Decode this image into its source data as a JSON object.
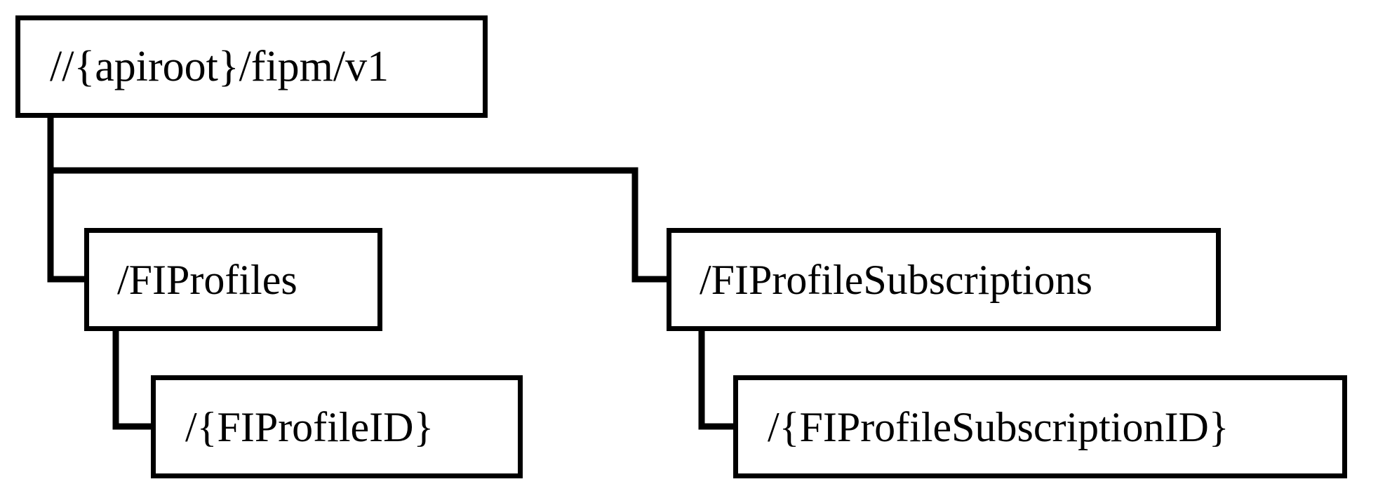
{
  "diagram": {
    "type": "tree",
    "orientation": "top-down",
    "background_color": "#ffffff",
    "line_color": "#000000",
    "box_fill_color": "#ffffff",
    "box_border_color": "#000000",
    "text_color": "#000000",
    "nodes": {
      "root": {
        "label": "//{apiroot}/fipm/v1",
        "level": 0
      },
      "fiprofiles": {
        "label": "/FIProfiles",
        "level": 1
      },
      "fiprofile_subscriptions": {
        "label": "/FIProfileSubscriptions",
        "level": 1
      },
      "fiprofile_id": {
        "label": "/{FIProfileID}",
        "level": 2
      },
      "fiprofile_subscription_id": {
        "label": "/{FIProfileSubscriptionID}",
        "level": 2
      }
    },
    "edges": [
      {
        "from": "root",
        "to": "fiprofiles"
      },
      {
        "from": "root",
        "to": "fiprofile_subscriptions"
      },
      {
        "from": "fiprofiles",
        "to": "fiprofile_id"
      },
      {
        "from": "fiprofile_subscriptions",
        "to": "fiprofile_subscription_id"
      }
    ]
  }
}
